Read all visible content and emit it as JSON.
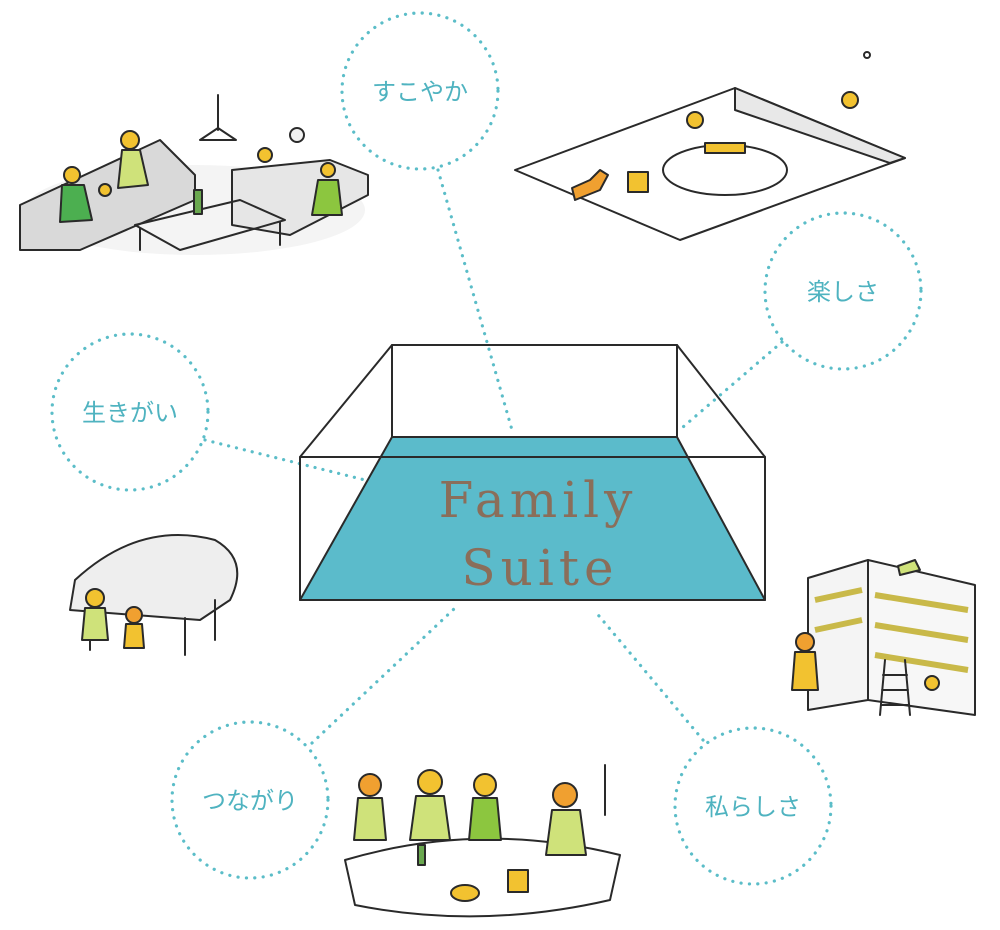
{
  "center": {
    "title_line1": "Family",
    "title_line2": "Suite",
    "floor_color": "#5bbbcb",
    "text_color": "#8a6e5a"
  },
  "bubbles": {
    "top": "すこやか",
    "right": "楽しさ",
    "left": "生きがい",
    "bottom_left": "つながり",
    "bottom_right": "私らしさ"
  },
  "colors": {
    "dot": "#5bbdc8",
    "accent_green": "#8cc63f",
    "accent_yellow": "#f2c230",
    "accent_orange": "#f0a030"
  }
}
